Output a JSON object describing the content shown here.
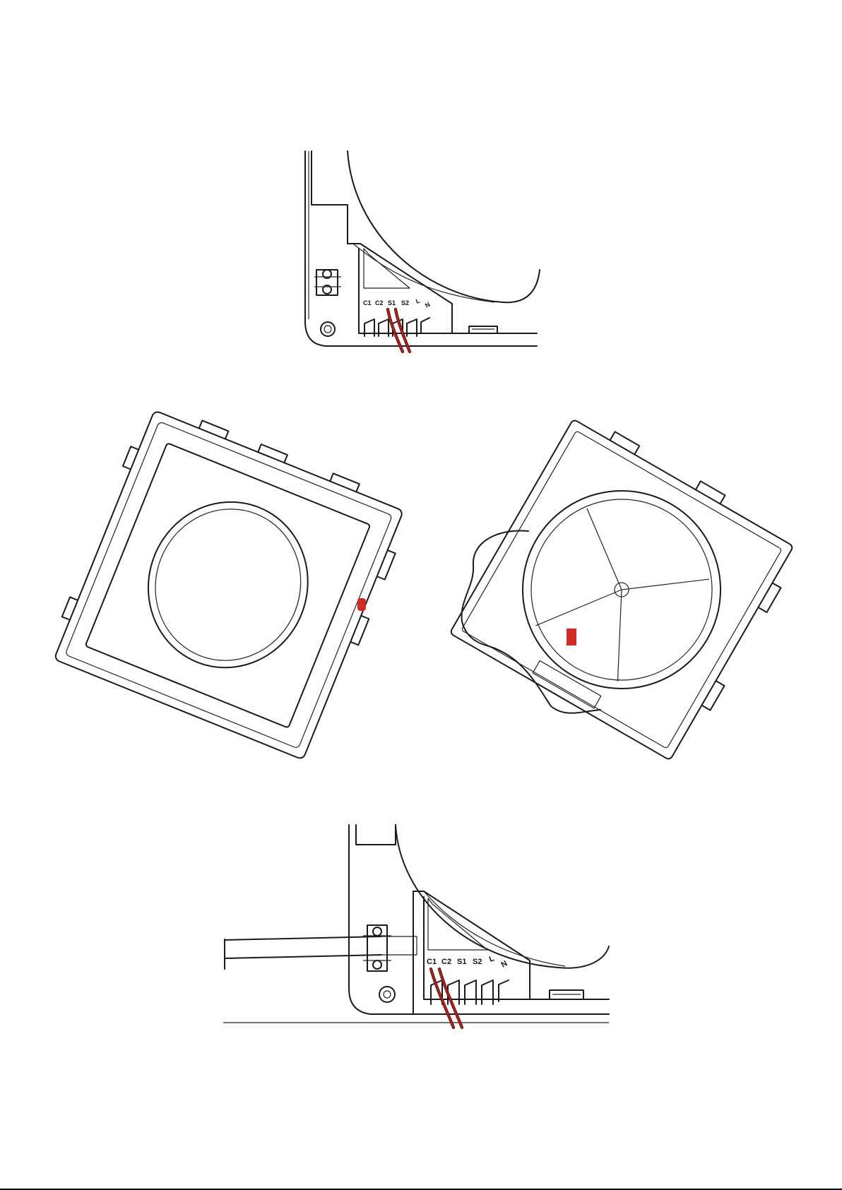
{
  "figure_top": {
    "terminals": [
      "C1",
      "C2",
      "S1",
      "S2",
      "L",
      "N"
    ],
    "wired_terminals": [
      "S1",
      "S2"
    ]
  },
  "figure_bottom": {
    "terminals": [
      "C1",
      "C2",
      "S1",
      "S2",
      "L",
      "N"
    ],
    "wired_terminals": [
      "C1",
      "C2"
    ]
  },
  "colors": {
    "wire": "#b3201d",
    "marker": "#d42a25",
    "line": "#1a1a1a"
  }
}
